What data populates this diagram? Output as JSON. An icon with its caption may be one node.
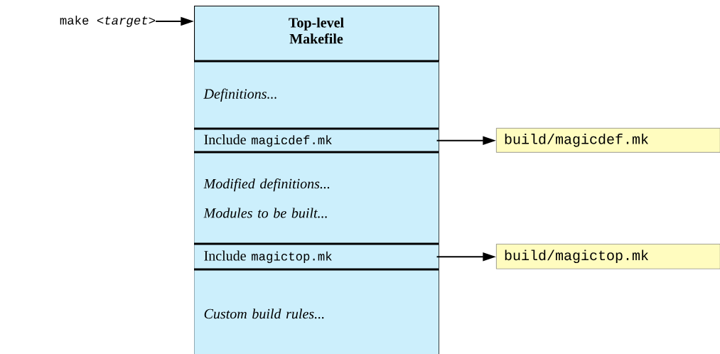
{
  "diagram": {
    "nodes": [
      {
        "text": [
          "Top-level Makefile"
        ]
      },
      {
        "text": [
          "Definitions..."
        ],
        "in": 0
      },
      {
        "text": [
          "Include",
          "magicdef.mk"
        ],
        "in": 0
      },
      {
        "text": [
          "Modified definitions...",
          "Modules to be built..."
        ],
        "in": 0
      },
      {
        "text": [
          "Include",
          "magictop.mk"
        ],
        "in": 0
      },
      {
        "text": [
          "Custom build rules..."
        ],
        "in": 0
      },
      {
        "text": [
          "build/magicdef.mk"
        ]
      },
      {
        "text": [
          "build/magictop.mk"
        ]
      },
      {
        "text": [
          "make *<target>*"
        ]
      }
    ],
    "edges": [
      {
        "from": 8,
        "to": 0,
        "arrow": "to"
      },
      {
        "from": 2,
        "to": 6,
        "arrow": "to"
      },
      {
        "from": 4,
        "to": 7,
        "arrow": "to"
      }
    ]
  }
}
